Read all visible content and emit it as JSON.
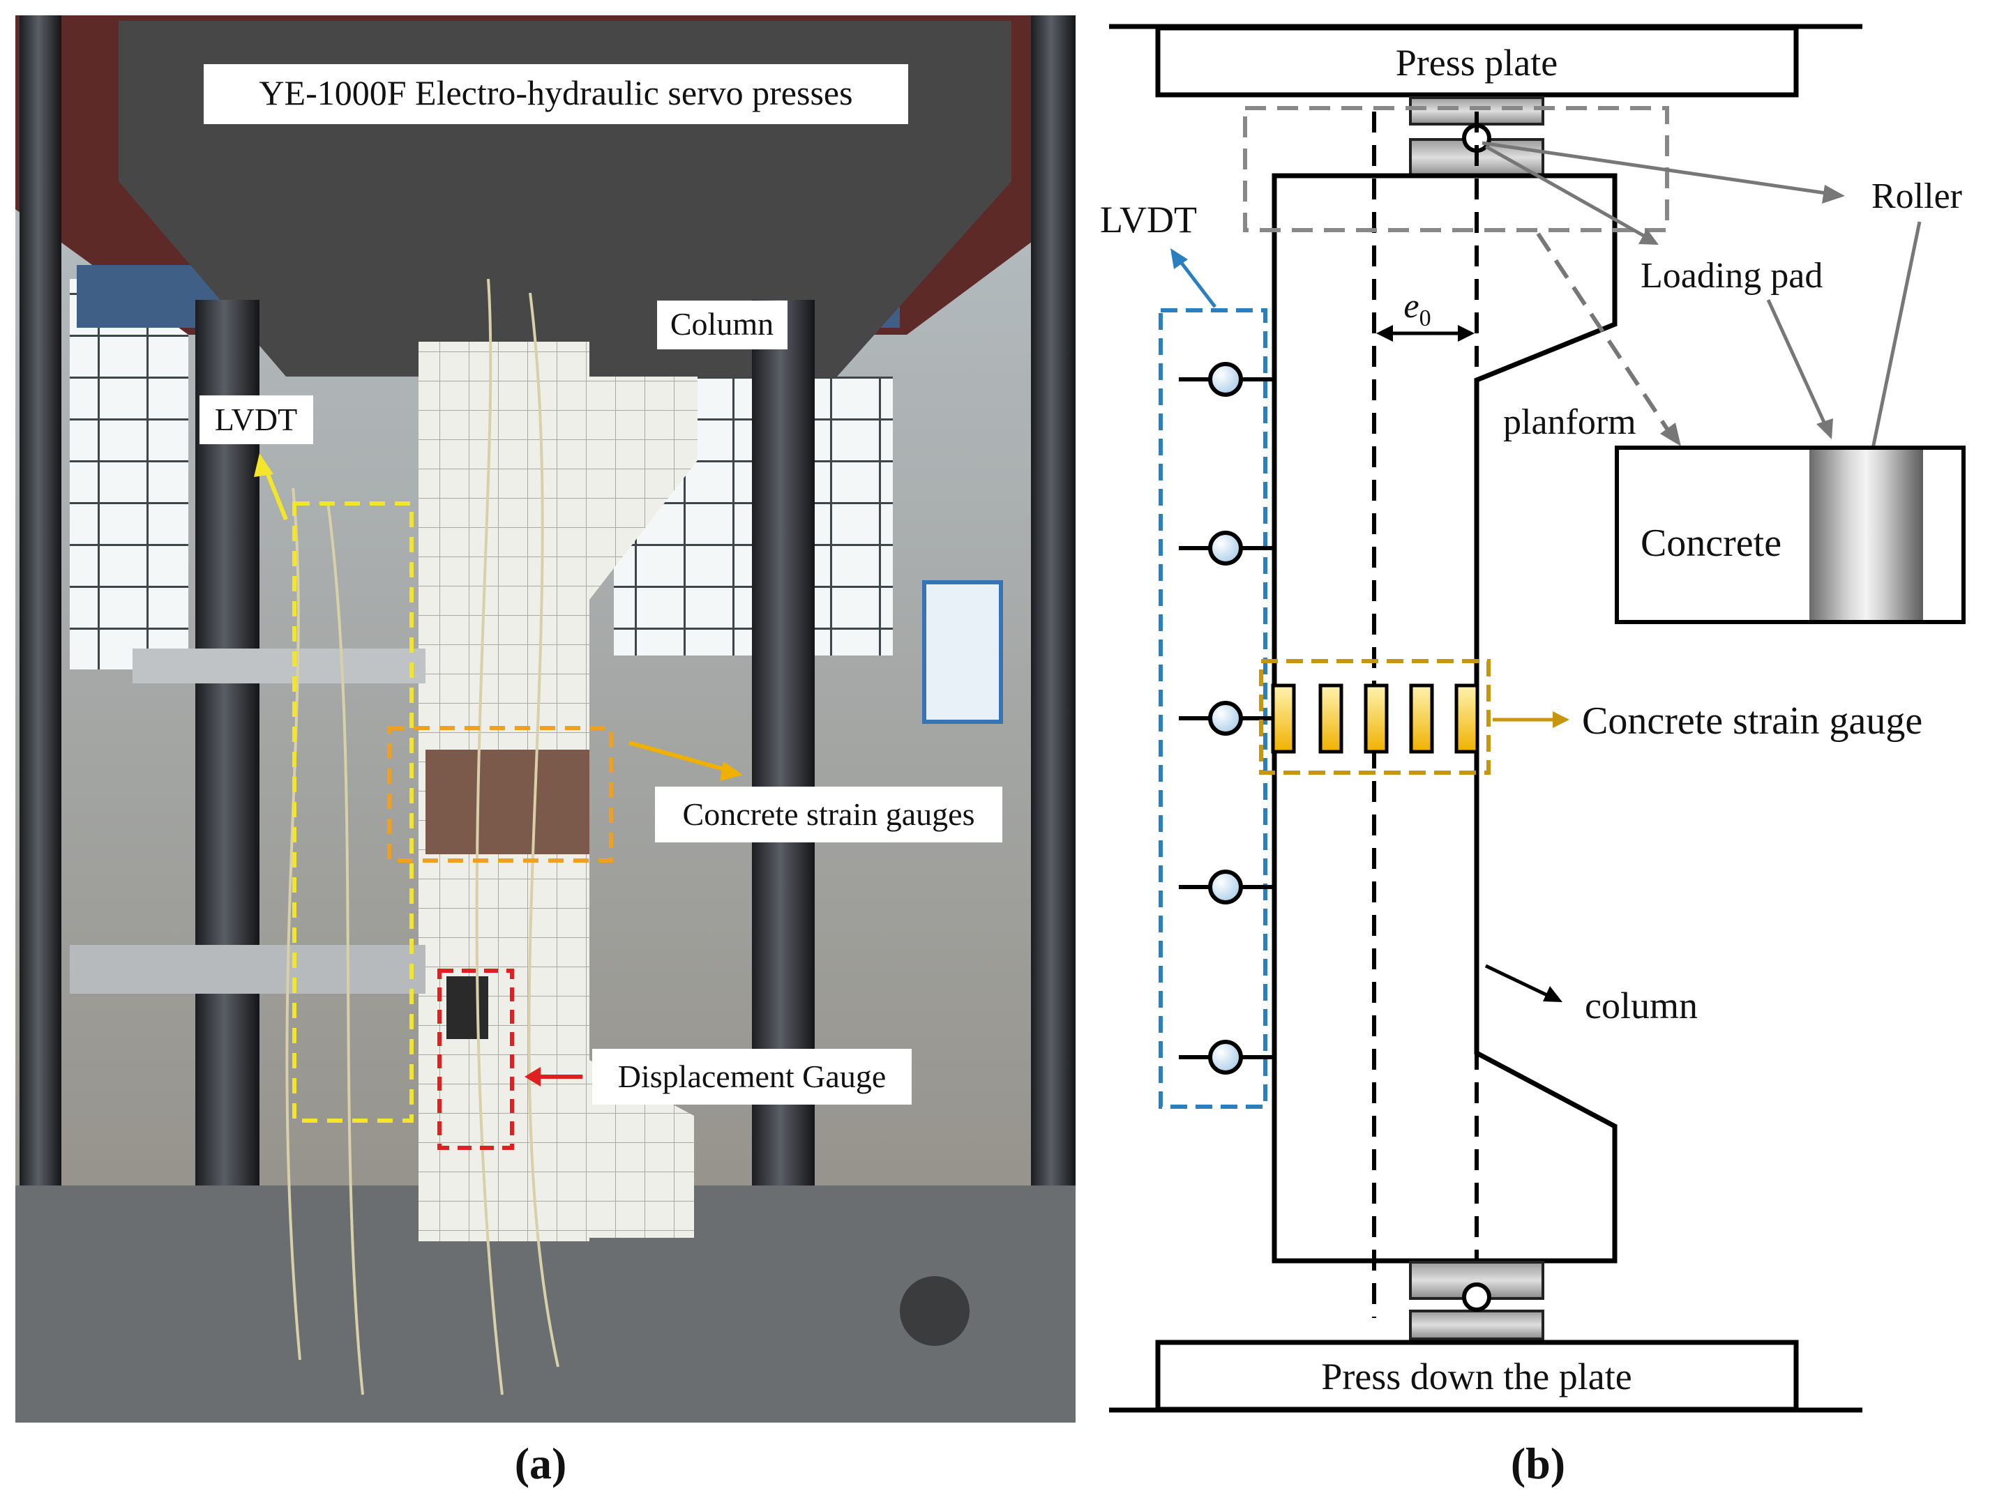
{
  "panel_a": {
    "caption": "(a)",
    "title_label": "YE-1000F Electro-hydraulic servo presses",
    "labels": {
      "column": "Column",
      "lvdt": "LVDT",
      "concrete_strain_gauges": "Concrete strain gauges",
      "displacement_gauge": "Displacement Gauge"
    }
  },
  "panel_b": {
    "caption": "(b)",
    "labels": {
      "press_plate": "Press plate",
      "press_down_plate": "Press down the plate",
      "roller": "Roller",
      "loading_pad": "Loading pad",
      "lvdt": "LVDT",
      "eccentricity": "e",
      "eccentricity_sub": "0",
      "planform": "planform",
      "concrete": "Concrete",
      "concrete_strain_gauge": "Concrete strain gauge",
      "column": "column"
    }
  },
  "colors": {
    "lvdt_box": "#2a7fc1",
    "strain_box": "#c8950f",
    "displacement_box": "#e02020",
    "photo_lvdt_box": "#f3e52a",
    "photo_strain_box": "#f0a020",
    "roller_fill": "#cfe3f3"
  }
}
